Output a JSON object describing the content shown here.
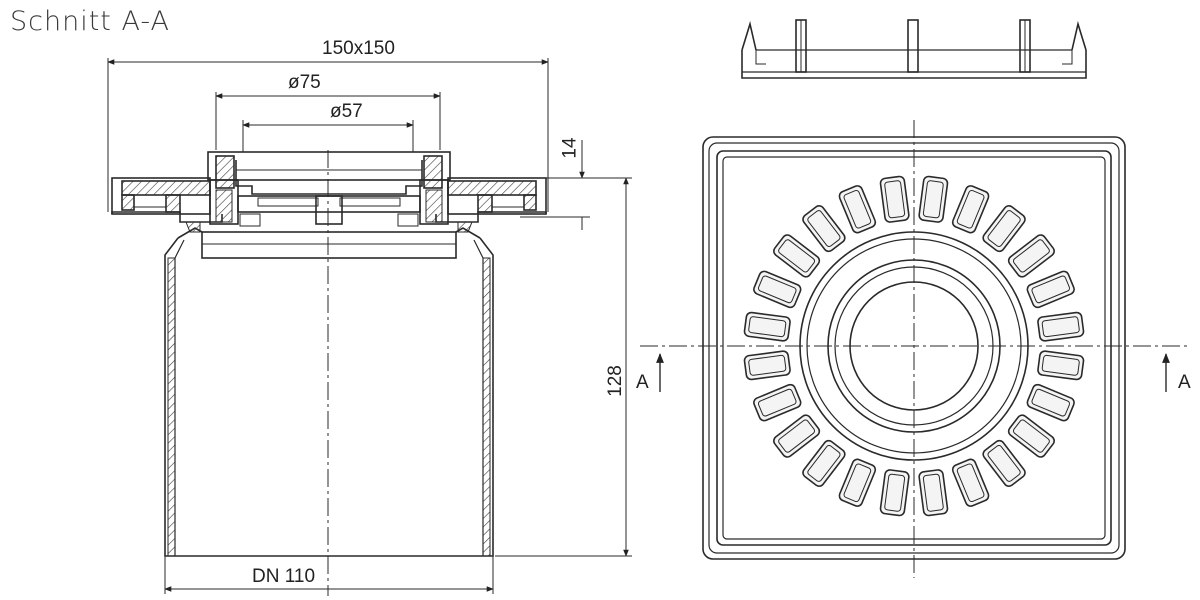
{
  "title": "Schnitt  A-A",
  "dimensions": {
    "overall": "150x150",
    "dia_outer": "ø75",
    "dia_inner": "ø57",
    "flange": "14",
    "height": "128",
    "pipe": "DN 110"
  },
  "section_marks": {
    "left": "A",
    "right": "A"
  },
  "colors": {
    "line": "#2a2a2a",
    "hatch": "#3a3a3a",
    "slot_fill": "#f4f4f4"
  },
  "grate": {
    "slot_count": 24
  }
}
